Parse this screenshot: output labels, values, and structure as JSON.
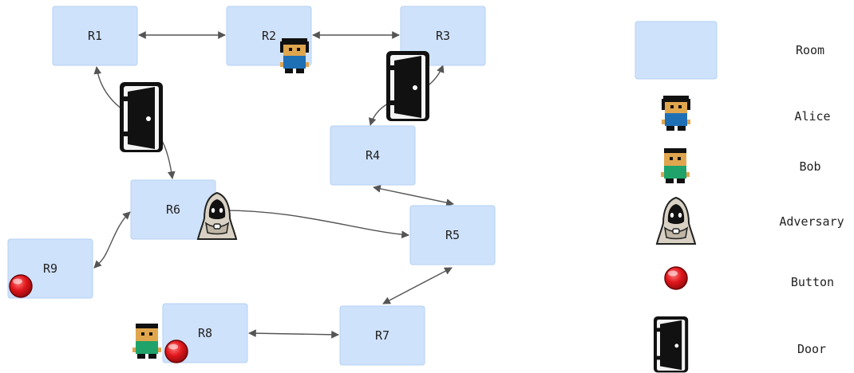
{
  "rooms": [
    {
      "id": "R1",
      "label": "R1"
    },
    {
      "id": "R2",
      "label": "R2"
    },
    {
      "id": "R3",
      "label": "R3"
    },
    {
      "id": "R4",
      "label": "R4"
    },
    {
      "id": "R5",
      "label": "R5"
    },
    {
      "id": "R6",
      "label": "R6"
    },
    {
      "id": "R7",
      "label": "R7"
    },
    {
      "id": "R8",
      "label": "R8"
    },
    {
      "id": "R9",
      "label": "R9"
    }
  ],
  "connections": [
    {
      "from": "R1",
      "to": "R2",
      "bidirectional": true
    },
    {
      "from": "R2",
      "to": "R3",
      "bidirectional": true
    },
    {
      "from": "R1",
      "to": "R6",
      "bidirectional": true,
      "door": true
    },
    {
      "from": "R3",
      "to": "R4",
      "bidirectional": true,
      "door": true
    },
    {
      "from": "R4",
      "to": "R5",
      "bidirectional": true
    },
    {
      "from": "R6",
      "to": "R5",
      "bidirectional": false
    },
    {
      "from": "R6",
      "to": "R9",
      "bidirectional": true
    },
    {
      "from": "R5",
      "to": "R7",
      "bidirectional": true
    },
    {
      "from": "R8",
      "to": "R7",
      "bidirectional": true
    }
  ],
  "entities": {
    "alice": {
      "room": "R2"
    },
    "bob": {
      "room": "R8"
    },
    "adversary": {
      "room": "R6"
    },
    "buttons": [
      "R9",
      "R8"
    ]
  },
  "legend": {
    "room": "Room",
    "alice": "Alice",
    "bob": "Bob",
    "adversary": "Adversary",
    "button": "Button",
    "door": "Door"
  },
  "colors": {
    "room_fill": "#cfe2fb",
    "room_stroke": "#b3d0f5",
    "arrow": "#555555",
    "alice_shirt": "#1f6fb5",
    "bob_shirt": "#1fa36a",
    "skin": "#e0a64e",
    "button_red": "#d40f14"
  }
}
